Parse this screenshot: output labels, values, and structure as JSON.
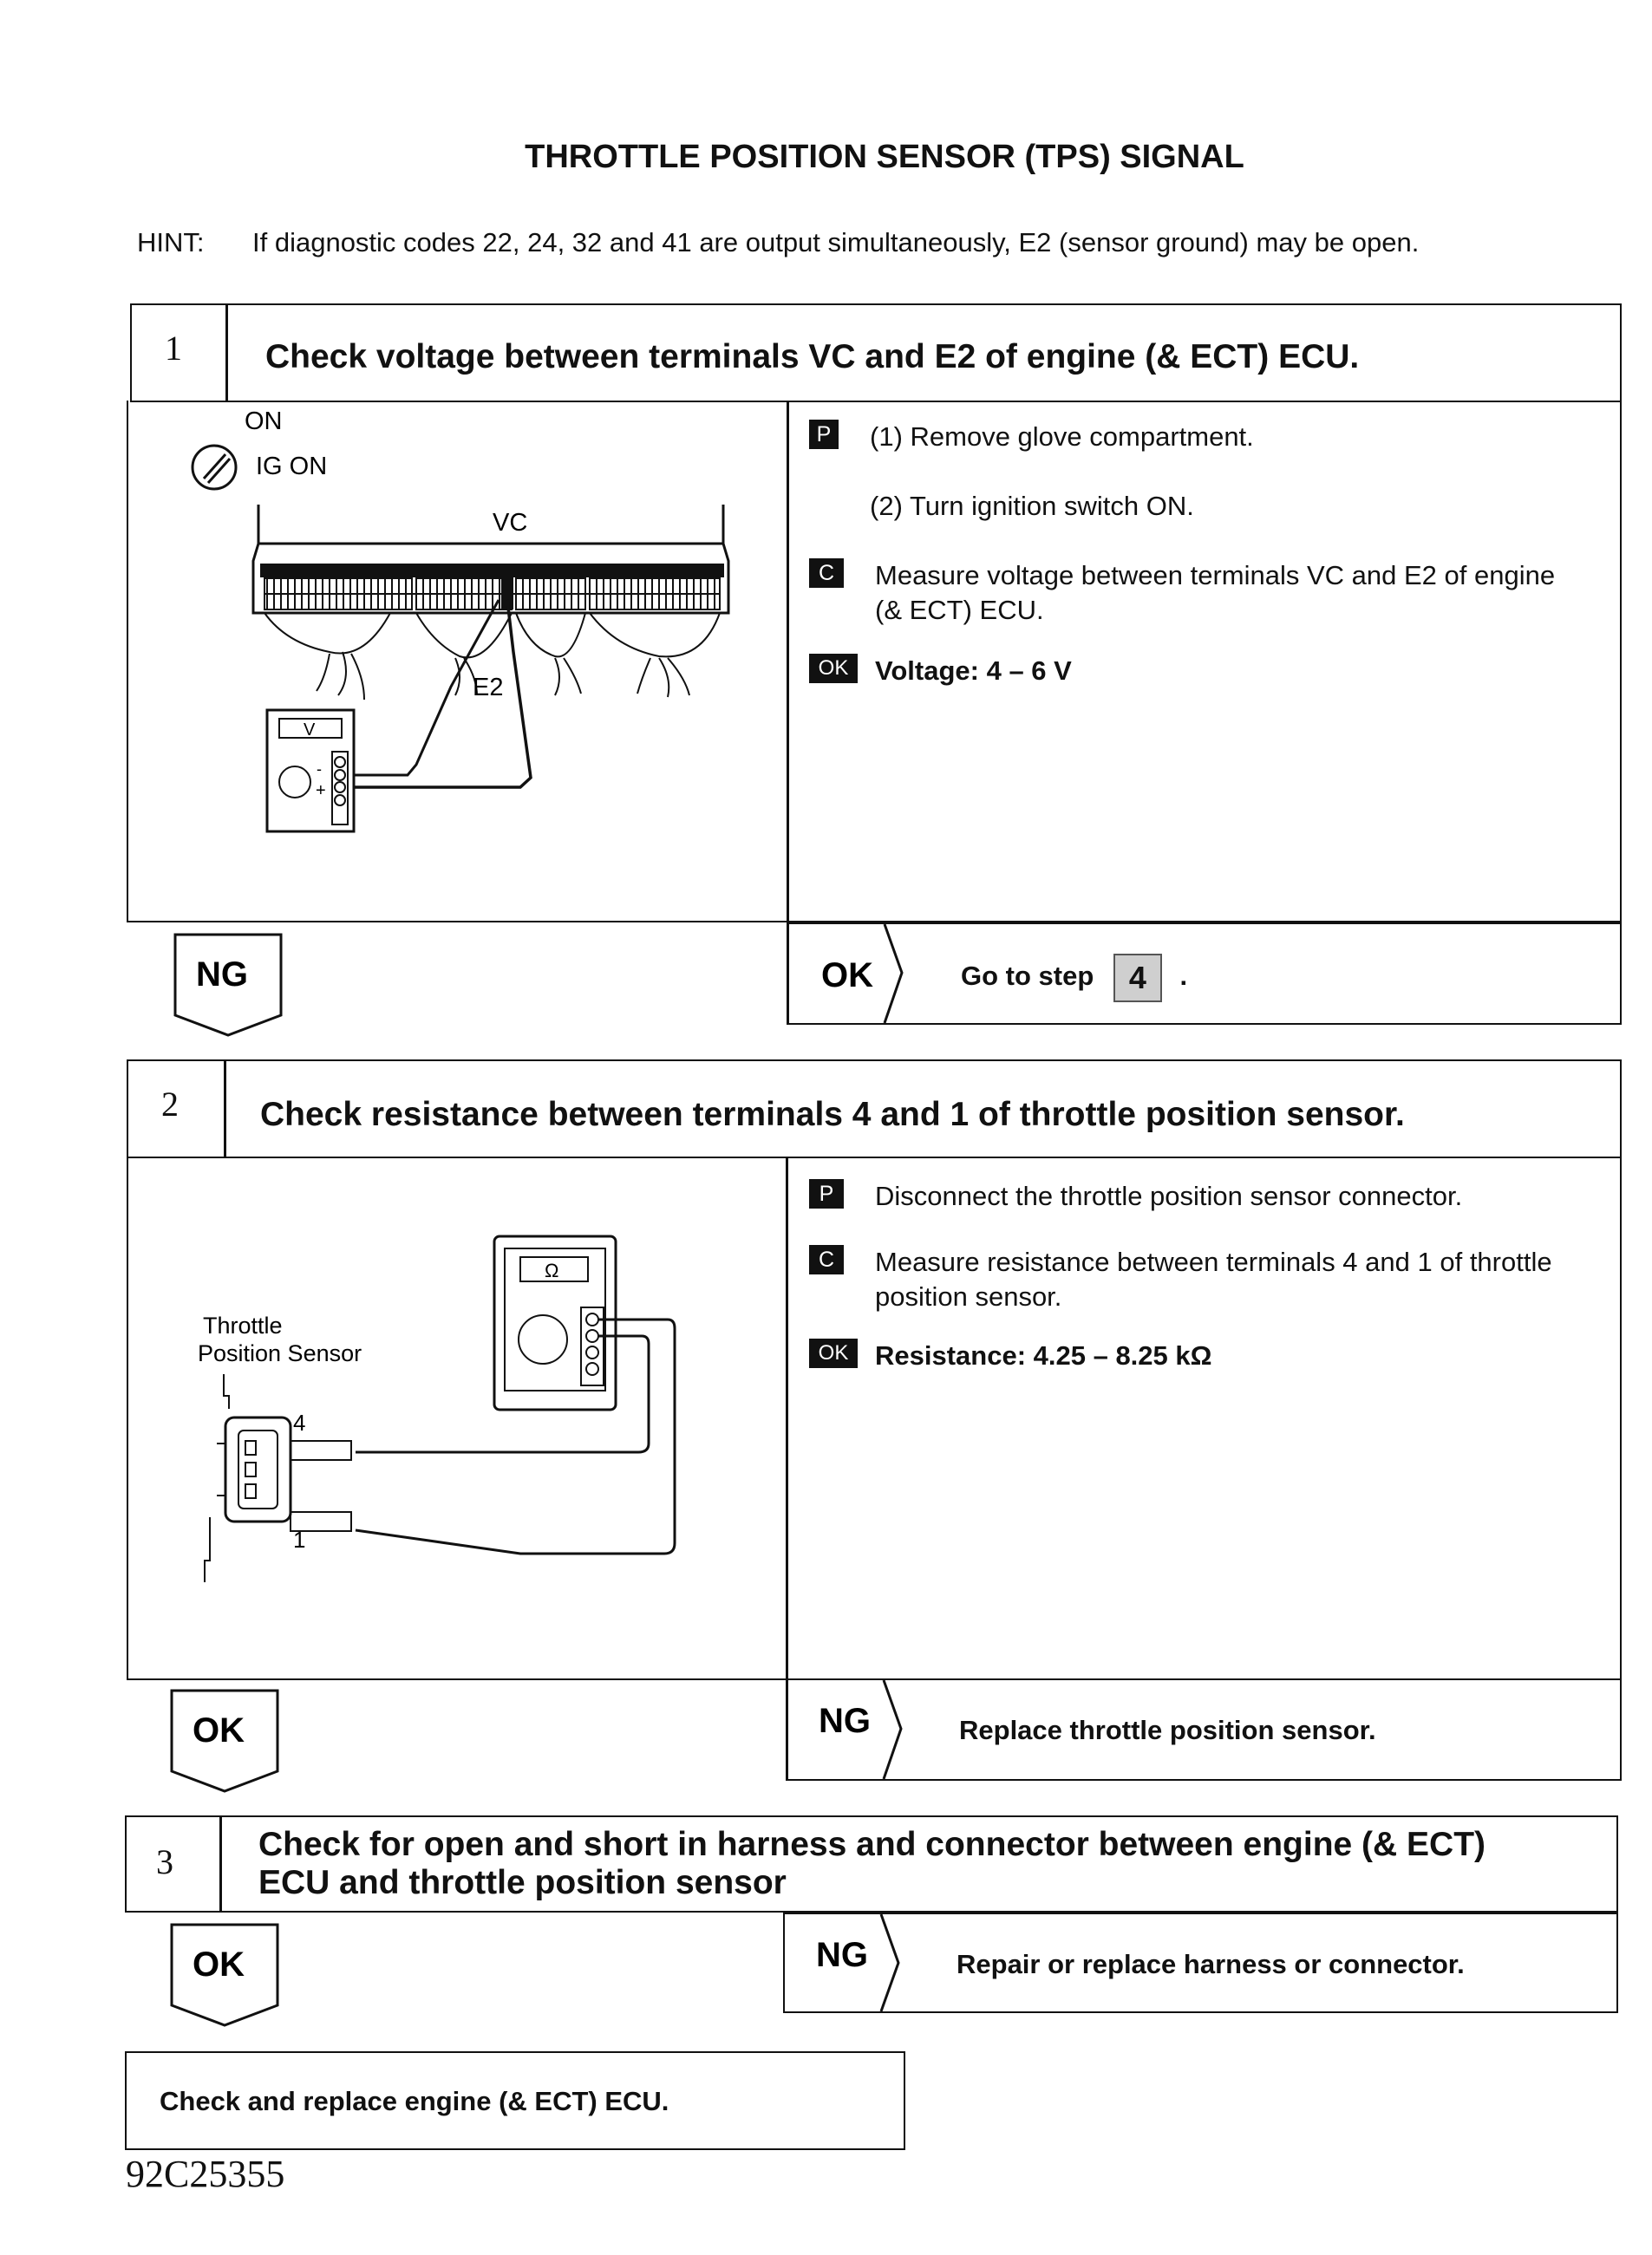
{
  "title": "THROTTLE POSITION SENSOR (TPS) SIGNAL",
  "hint": {
    "label": "HINT:",
    "text": "If diagnostic codes 22, 24, 32 and 41 are output simultaneously, E2 (sensor ground) may be open."
  },
  "steps": [
    {
      "number": "1",
      "title": "Check voltage between terminals VC and E2 of engine (& ECT) ECU.",
      "diagram": {
        "on": "ON",
        "ig_on": "IG ON",
        "vc": "VC",
        "e2": "E2",
        "meter": "V",
        "minus": "-",
        "plus": "+"
      },
      "instructions": [
        {
          "badge": "P",
          "text": "(1)  Remove glove compartment."
        },
        {
          "badge": "",
          "text": "(2)  Turn ignition switch ON."
        },
        {
          "badge": "C",
          "text": "Measure voltage between terminals VC and E2 of engine (& ECT) ECU."
        },
        {
          "badge": "OK",
          "text": "Voltage: 4 – 6 V"
        }
      ],
      "down_label": "NG",
      "side_label": "OK",
      "side_action": "Go to step",
      "side_step": "4",
      "side_period": "."
    },
    {
      "number": "2",
      "title": "Check resistance between terminals 4 and 1 of throttle position sensor.",
      "diagram": {
        "sensor_line1": "Throttle",
        "sensor_line2": "Position Sensor",
        "pin4": "4",
        "pin1": "1",
        "meter": "Ω"
      },
      "instructions": [
        {
          "badge": "P",
          "text": "Disconnect the throttle position sensor connector."
        },
        {
          "badge": "C",
          "text": "Measure resistance between terminals 4 and 1 of throttle position sensor."
        },
        {
          "badge": "OK",
          "text": "Resistance: 4.25 – 8.25 kΩ"
        }
      ],
      "down_label": "OK",
      "side_label": "NG",
      "side_action": "Replace throttle position sensor."
    },
    {
      "number": "3",
      "title_line1": "Check for open and short in harness and connector between engine (& ECT)",
      "title_line2": "ECU and throttle position sensor",
      "down_label": "OK",
      "side_label": "NG",
      "side_action": "Repair or replace harness or connector."
    }
  ],
  "final_action": "Check and replace engine (& ECT) ECU.",
  "footer_code": "92C25355"
}
